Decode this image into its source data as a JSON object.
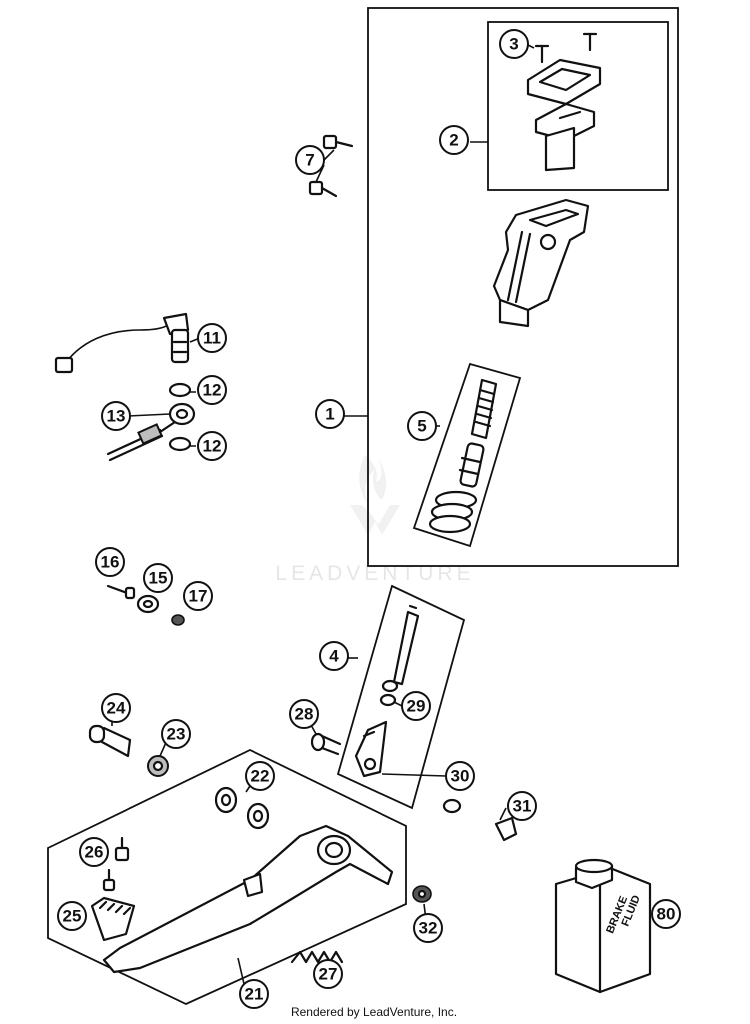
{
  "watermark": {
    "text": "LEADVENTURE"
  },
  "credit": {
    "text": "Rendered by LeadVenture, Inc."
  },
  "brake_fluid_label": {
    "line1": "BRAKE",
    "line2": "FLUID"
  },
  "callouts": [
    "1",
    "2",
    "3",
    "4",
    "5",
    "7",
    "11",
    "12",
    "12",
    "13",
    "15",
    "16",
    "17",
    "21",
    "22",
    "23",
    "24",
    "25",
    "26",
    "27",
    "28",
    "29",
    "30",
    "31",
    "32",
    "80"
  ]
}
